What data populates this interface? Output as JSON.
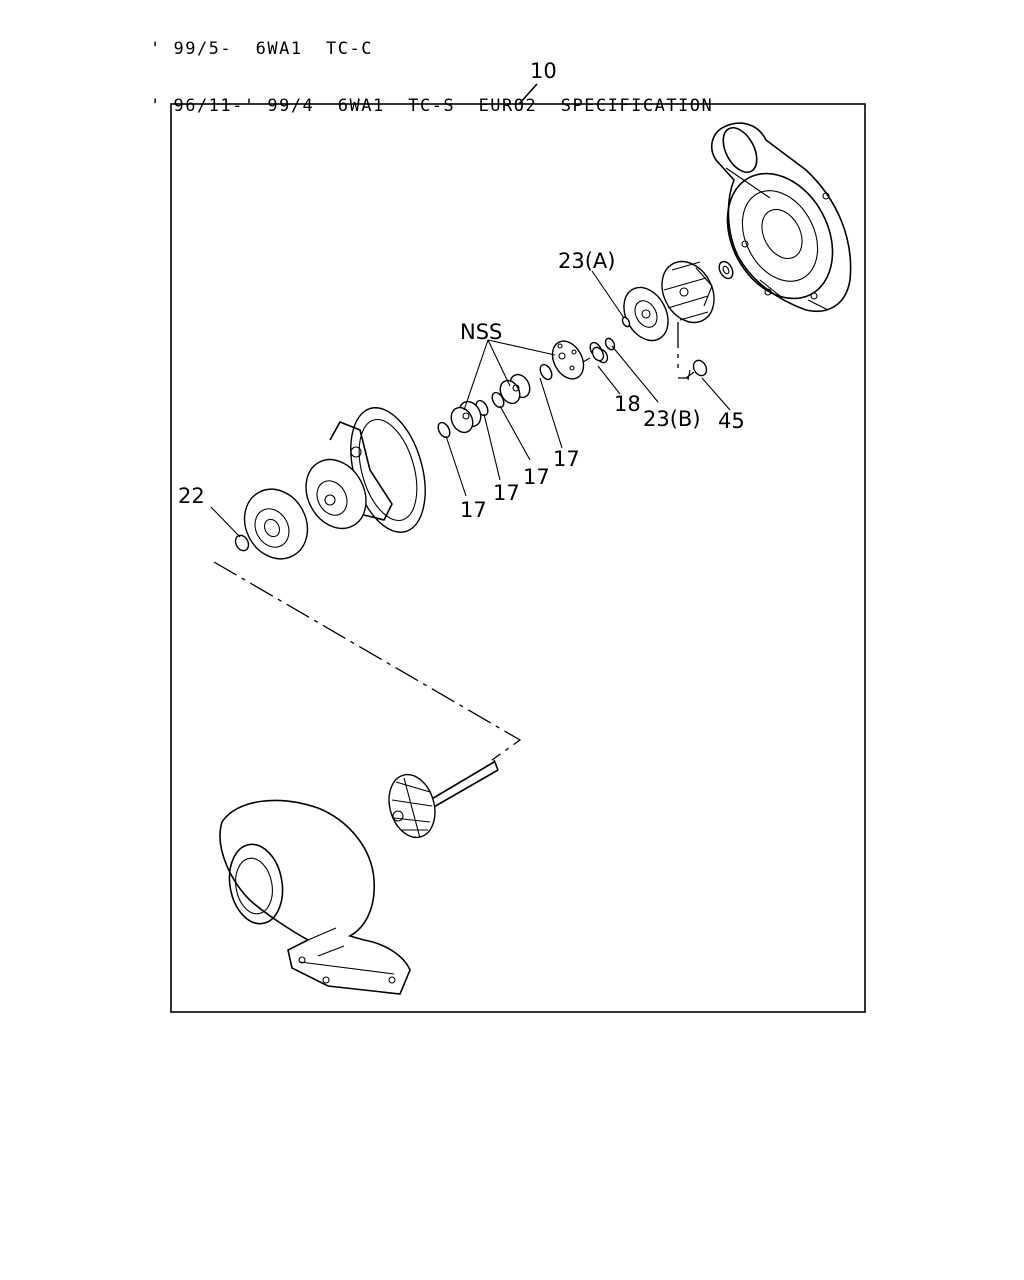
{
  "header": {
    "line1": "' 99/5-  6WA1  TC-C",
    "line2": "' 96/11-' 99/4  6WA1  TC-S  EURO2  SPECIFICATION"
  },
  "callouts": {
    "assembly": "10",
    "nss": "NSS",
    "part_17": "17",
    "part_18": "18",
    "part_22": "22",
    "part_23a": "23(A)",
    "part_23b": "23(B)",
    "part_45": "45"
  }
}
